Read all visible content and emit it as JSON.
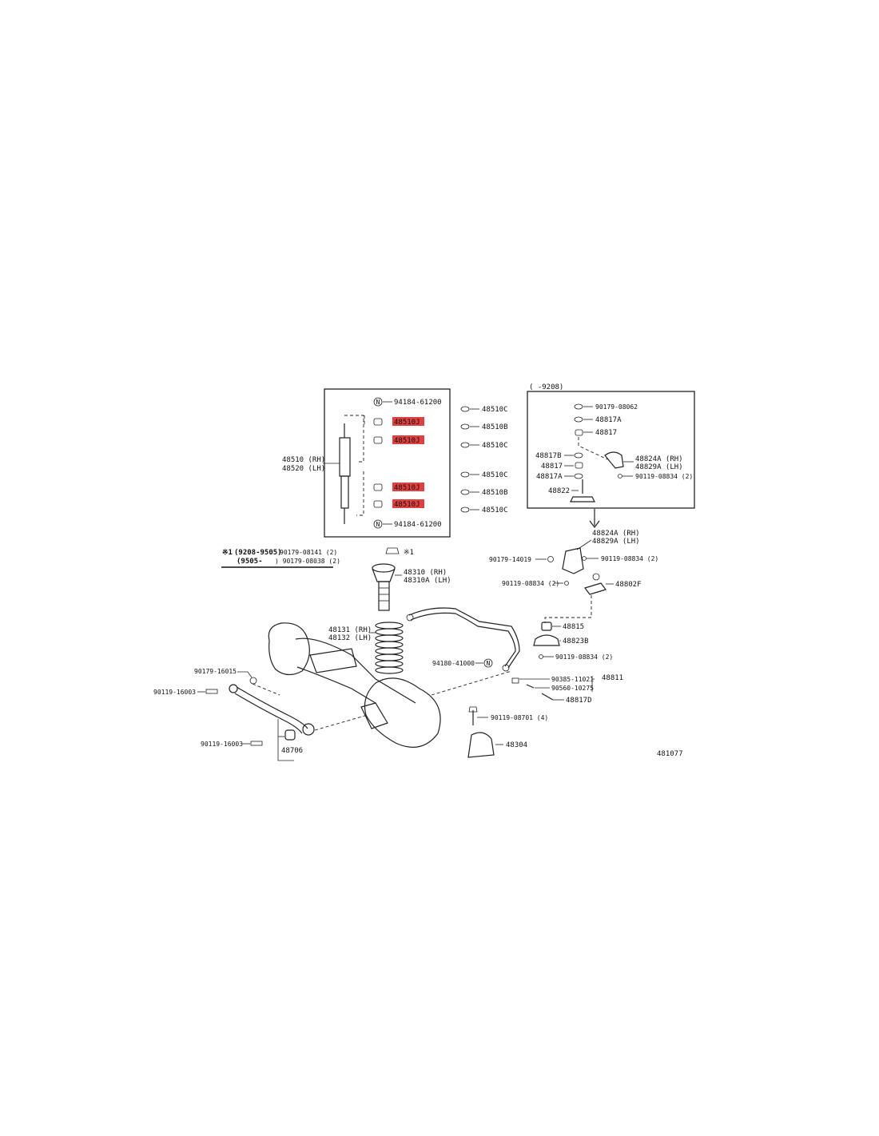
{
  "diagram": {
    "figure_number": "481077",
    "shock_box": {
      "top_nut": "94184-61200",
      "bottom_nut": "94184-61200",
      "bushings": [
        "48510J",
        "48510J",
        "48510J",
        "48510J"
      ],
      "absorber_rh": "48510 (RH)",
      "absorber_lh": "48520 (LH)"
    },
    "washers": [
      "48510C",
      "48510B",
      "48510C",
      "48510C",
      "48510B",
      "48510C"
    ],
    "bracket_box": {
      "range_label": "(      -9208)",
      "nut": "90179-08062",
      "parts": [
        "48817A",
        "48817",
        "48817B",
        "48817",
        "48817A",
        "48822"
      ],
      "bracket_rh": "48824A (RH)",
      "bracket_lh": "48829A (LH)",
      "bolt": "90119-08834 (2)"
    },
    "note": {
      "mark": "※1",
      "row1_range": "(9208-9505)",
      "row1_part": "90179-08141 (2)",
      "row2_range": "(9505-",
      "row2_part": ") 90179-08038 (2)"
    },
    "upper": {
      "mark_label": "※1",
      "support_rh": "48310  (RH)",
      "support_lh": "48310A (LH)",
      "spring_rh": "48131 (RH)",
      "spring_lh": "48132 (LH)"
    },
    "stabilizer": {
      "bracket_rh": "48824A (RH)",
      "bracket_lh": "48829A (LH)",
      "nut": "90179-14019",
      "bolt_a": "90119-08834 (2)",
      "bolt_b": "90119-08834 (2)",
      "plate": "48802F",
      "bushing": "48815",
      "clamp": "48823B",
      "bolt_c": "90119-08834 (2)",
      "end_nut": "94180-41000",
      "bolt_d": "90385-11021",
      "pin": "90560-10275",
      "link": "48811",
      "bolt_e": "48817D"
    },
    "lower": {
      "nut": "90179-16015",
      "bolt_front": "90119-16003",
      "bolt_rear": "90119-16003",
      "arm": "48706",
      "bumper_bolt": "90119-08701 (4)",
      "bumper": "48304"
    },
    "colors": {
      "highlight": "#e04040",
      "line": "#222222"
    }
  }
}
